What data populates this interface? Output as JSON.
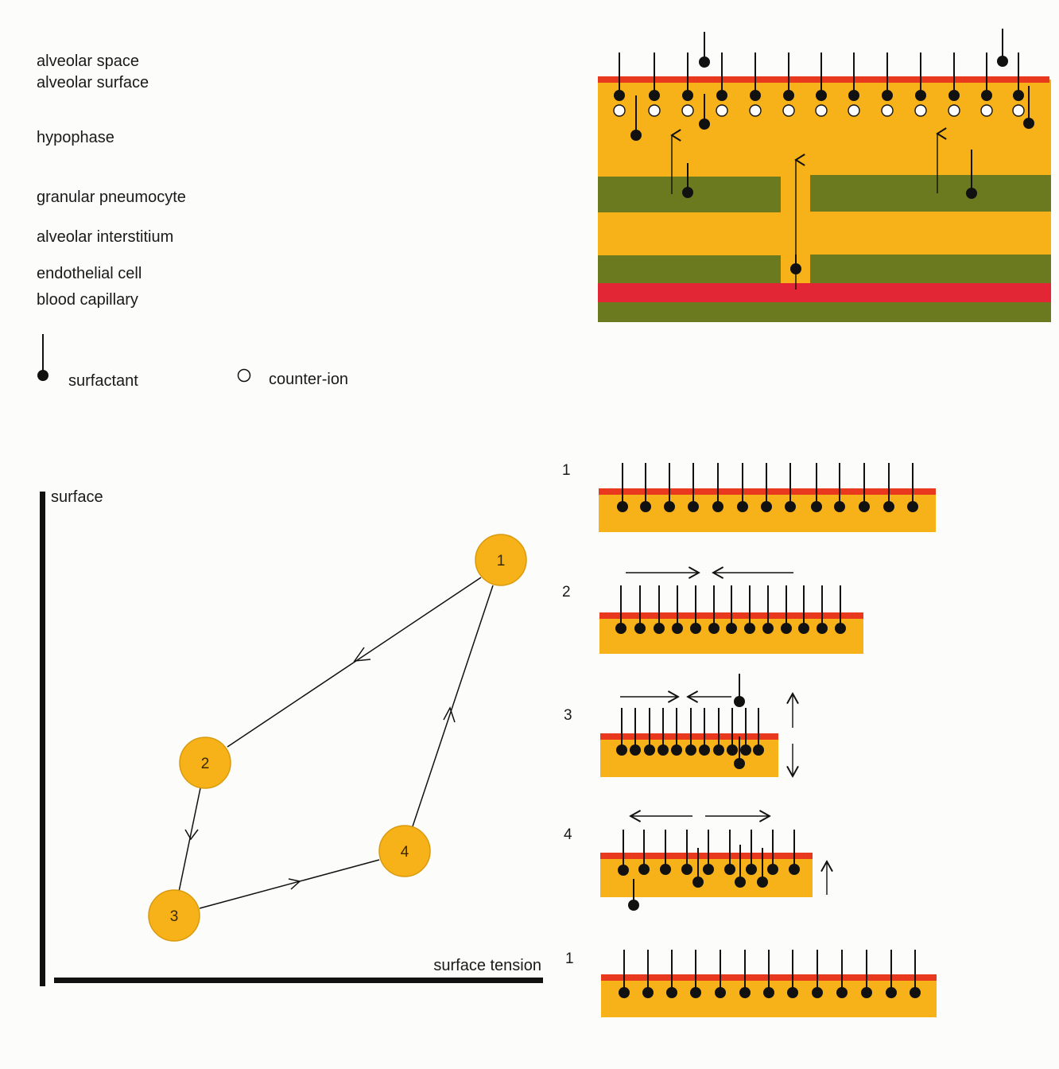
{
  "layer_labels": [
    "alveolar space",
    "alveolar surface",
    "hypophase",
    "granular pneumocyte",
    "alveolar interstitium",
    "endothelial cell",
    "blood capillary"
  ],
  "legend": {
    "surfactant": "surfactant",
    "counter_ion": "counter-ion"
  },
  "cycle": {
    "y_axis_label": "surface",
    "x_axis_label": "surface tension",
    "points": [
      "1",
      "2",
      "3",
      "4"
    ]
  },
  "steps": [
    "1",
    "2",
    "3",
    "4",
    "1"
  ],
  "colors": {
    "hypophase": "#f7b21a",
    "surface_film": "#e8381e",
    "cell": "#6b7a1f",
    "capillary": "#e32636",
    "node_fill": "#f7b21a",
    "node_stroke": "#d89a0c",
    "ink": "#111111"
  }
}
